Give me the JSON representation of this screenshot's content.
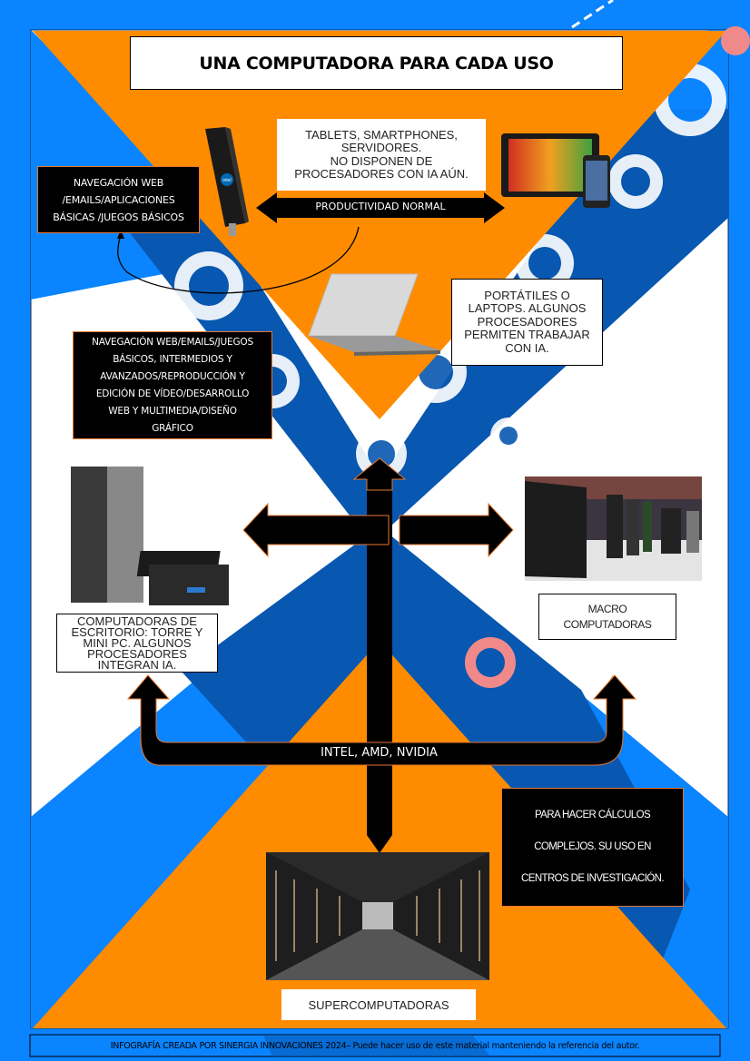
{
  "title": "UNA COMPUTADORA PARA CADA USO",
  "colors": {
    "background_blue": "#0a84ff",
    "dark_blue": "#0857b0",
    "orange": "#ff8c00",
    "white": "#ffffff",
    "black": "#000000",
    "pink_gear": "#f08a8a",
    "box_border_orange": "#e8772e"
  },
  "top_section": {
    "devices_note": "TABLETS, SMARTPHONES, SERVIDORES. NO DISPONEN DE PROCESADORES CON IA AÚN.",
    "devices_note_lines": [
      "TABLETS, SMARTPHONES,",
      "SERVIDORES.",
      "NO DISPONEN DE",
      "PROCESADORES CON IA AÚN."
    ],
    "productivity_label": "PRODUCTIVIDAD NORMAL",
    "basic_uses_lines": [
      "NAVEGACIÓN WEB",
      "/EMAILS/APLICACIONES",
      "BÁSICAS /JUEGOS BÁSICOS"
    ],
    "stick_pc_icon": "compute-stick-icon",
    "tablet_phone_icon": "tablet-smartphone-icon"
  },
  "laptop_section": {
    "laptop_note_lines": [
      "PORTÁTILES O",
      "LAPTOPS. ALGUNOS",
      "PROCESADORES",
      "PERMITEN TRABAJAR",
      "CON IA."
    ],
    "advanced_uses_lines": [
      "NAVEGACIÓN WEB/EMAILS/JUEGOS",
      "BÁSICOS, INTERMEDIOS Y",
      "AVANZADOS/REPRODUCCIÓN Y",
      "EDICIÓN DE VÍDEO/DESARROLLO",
      "WEB Y MULTIMEDIA/DISEÑO",
      "GRÁFICO"
    ],
    "laptop_icon": "laptop-icon"
  },
  "middle_section": {
    "desktop_note_lines": [
      "COMPUTADORAS DE",
      "ESCRITORIO: TORRE Y",
      "MINI PC. ALGUNOS",
      "PROCESADORES",
      "INTEGRAN IA."
    ],
    "macro_note_lines": [
      "MACRO",
      "COMPUTADORAS"
    ],
    "desktop_icon": "desktop-tower-minipc-icon",
    "datacenter_icon": "mainframe-room-icon"
  },
  "bottom_section": {
    "vendors_label": "INTEL, AMD, NVIDIA",
    "super_note_lines": [
      "PARA HACER CÁLCULOS",
      "COMPLEJOS. SU USO EN",
      "CENTROS DE INVESTIGACIÓN."
    ],
    "super_label": "SUPERCOMPUTADORAS",
    "supercomputer_icon": "server-corridor-icon"
  },
  "footer": {
    "text_left": "INFOGRAFÍA CREADA POR SINERGIA INNOVACIONES 2024",
    "text_right": " – Puede hacer uso de este material manteniendo la referencia del autor."
  }
}
